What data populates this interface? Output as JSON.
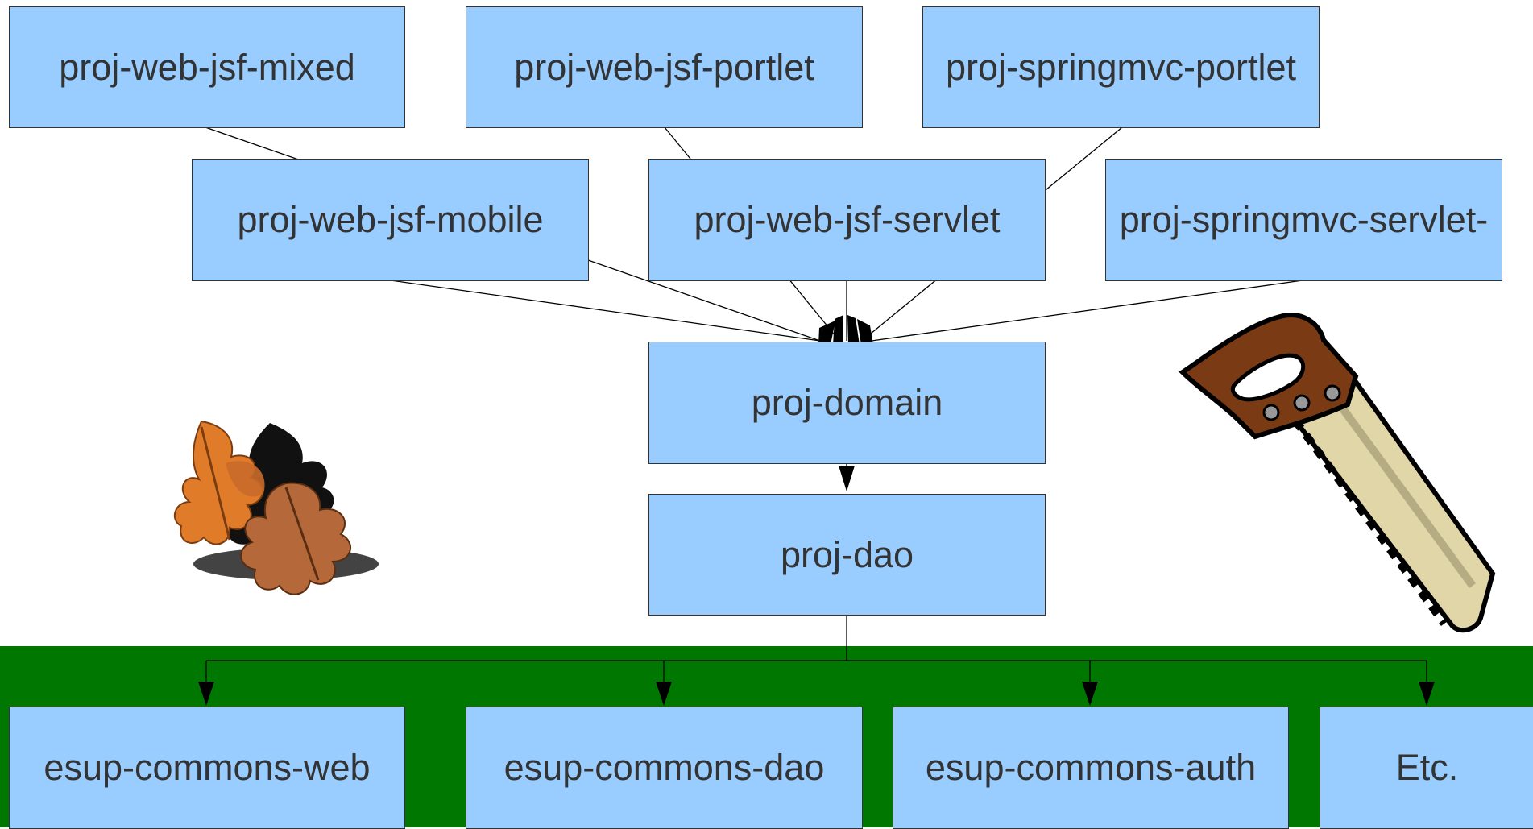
{
  "colors": {
    "node_fill": "#99ccff",
    "node_border": "#333333",
    "node_text": "#333333",
    "band": "#007700",
    "connector": "#000000"
  },
  "nodes": {
    "web_jsf_mixed": "proj-web-jsf-mixed",
    "web_jsf_portlet": "proj-web-jsf-portlet",
    "springmvc_portlet": "proj-springmvc-portlet",
    "web_jsf_mobile": "proj-web-jsf-mobile",
    "web_jsf_servlet": "proj-web-jsf-servlet",
    "springmvc_servlet": "proj-springmvc-servlet-",
    "domain": "proj-domain",
    "dao": "proj-dao",
    "commons_web": "esup-commons-web",
    "commons_dao": "esup-commons-dao",
    "commons_auth": "esup-commons-auth",
    "etc": "Etc."
  },
  "clipart": [
    "oak-leaves-icon",
    "hand-saw-icon"
  ]
}
